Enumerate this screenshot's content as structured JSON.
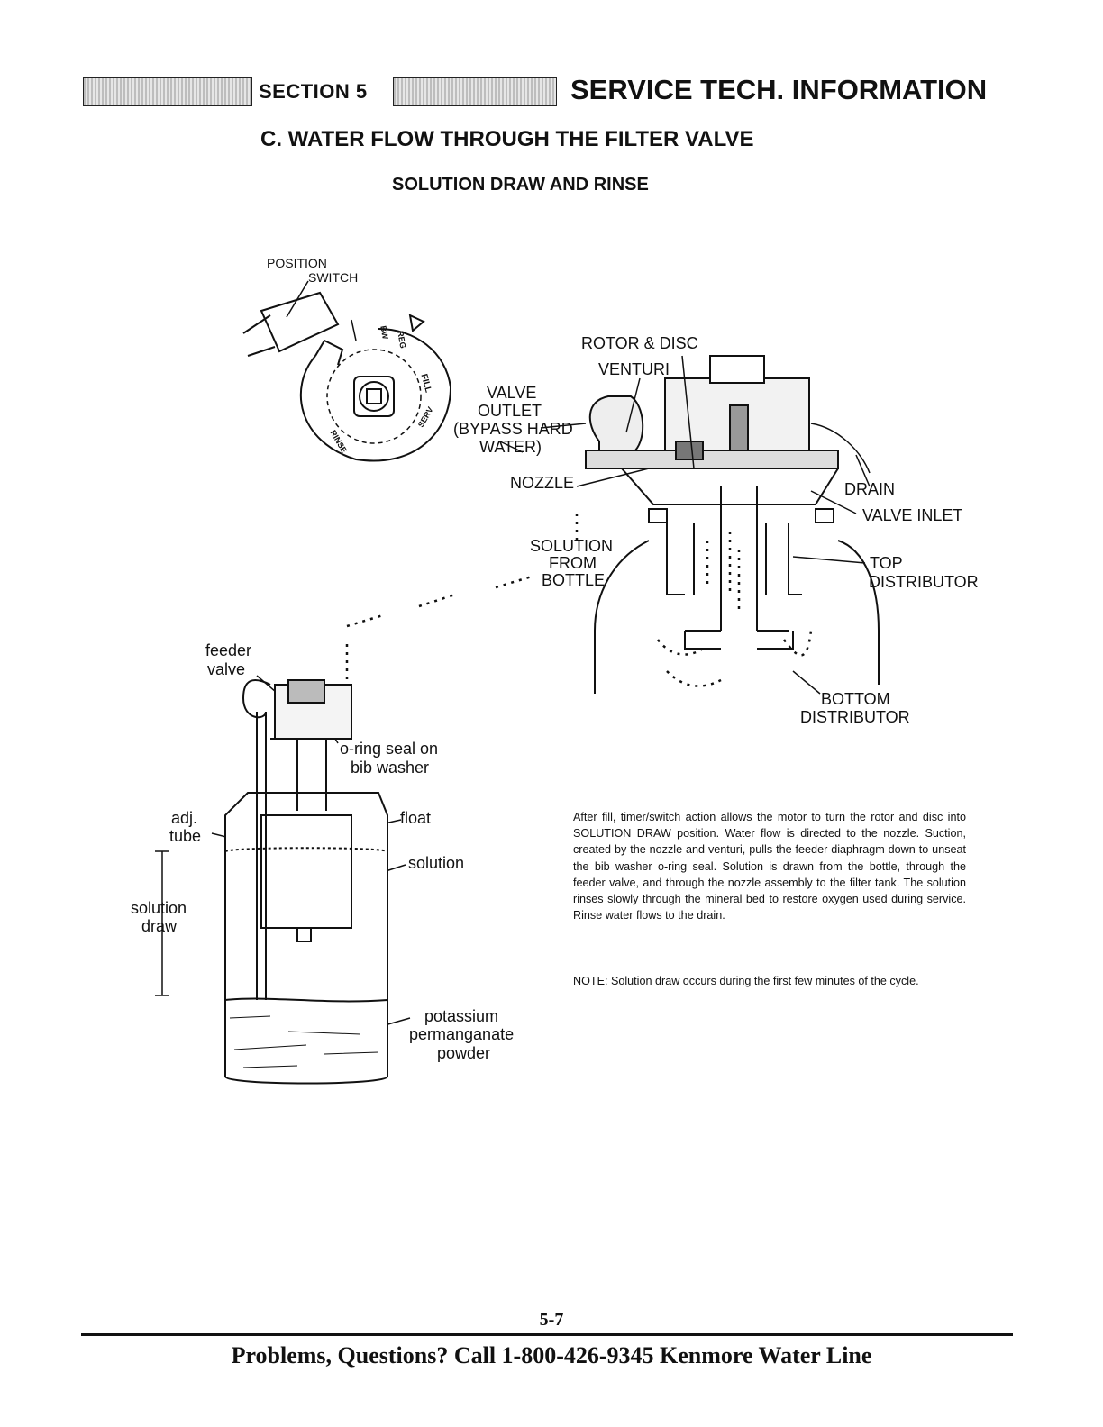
{
  "header": {
    "section": "SECTION 5",
    "title": "SERVICE TECH. INFORMATION"
  },
  "heading": "C.  WATER FLOW THROUGH THE FILTER VALVE",
  "subheading": "SOLUTION DRAW AND RINSE",
  "labels": {
    "position": "POSITION",
    "switch": "SWITCH",
    "rotor_disc": "ROTOR & DISC",
    "venturi": "VENTURI",
    "valve_outlet_1": "VALVE",
    "valve_outlet_2": "OUTLET",
    "valve_outlet_3": "(BYPASS HARD",
    "valve_outlet_4": "WATER)",
    "nozzle": "NOZZLE",
    "drain": "DRAIN",
    "valve_inlet": "VALVE INLET",
    "solution_from_1": "SOLUTION",
    "solution_from_2": "FROM",
    "solution_from_3": "BOTTLE",
    "top_1": "TOP",
    "top_2": "DISTRIBUTOR",
    "bottom_1": "BOTTOM",
    "bottom_2": "DISTRIBUTOR",
    "feeder_1": "feeder",
    "feeder_2": "valve",
    "oring_1": "o-ring seal on",
    "oring_2": "bib washer",
    "adj_1": "adj.",
    "adj_2": "tube",
    "float": "float",
    "solution": "solution",
    "sol_draw_1": "solution",
    "sol_draw_2": "draw",
    "pot_1": "potassium",
    "pot_2": "permanganate",
    "pot_3": "powder",
    "dial_bw": "BW",
    "dial_regen": "REG",
    "dial_fill": "FILL",
    "dial_serv": "SERV",
    "dial_rinse": "RINSE"
  },
  "description": "After fill, timer/switch action allows the motor to turn the rotor and disc into SOLUTION DRAW position. Water flow is directed to the nozzle. Suction, created by the nozzle and venturi, pulls the feeder diaphragm down to unseat the bib washer o-ring seal. Solution is drawn from the bottle, through the feeder valve, and through the nozzle assembly to the filter tank. The solution rinses slowly through the mineral bed to restore oxygen used during service. Rinse water flows to the drain.",
  "note": "NOTE: Solution draw occurs during the first few minutes of the cycle.",
  "page_number": "5-7",
  "footer": "Problems, Questions? Call 1-800-426-9345 Kenmore Water Line"
}
